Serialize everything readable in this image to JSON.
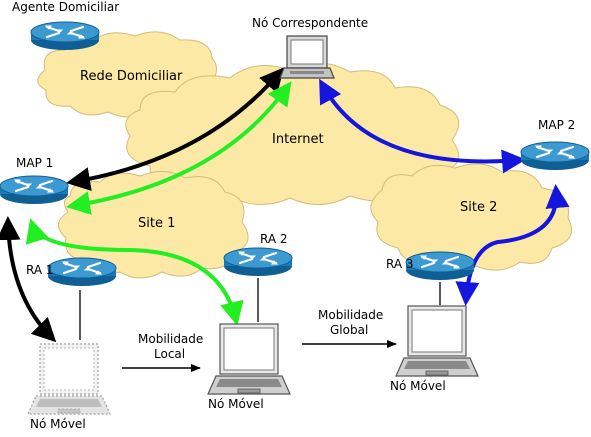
{
  "labels": {
    "agente_domiciliar": "Agente Domiciliar",
    "rede_domiciliar": "Rede Domiciliar",
    "no_correspondente": "Nó Correspondente",
    "internet": "Internet",
    "map1": "MAP 1",
    "map2": "MAP 2",
    "site1": "Site 1",
    "site2": "Site 2",
    "ra1": "RA 1",
    "ra2": "RA 2",
    "ra3": "RA 3",
    "mob_local_1": "Mobilidade",
    "mob_local_2": "Local",
    "mob_global_1": "Mobilidade",
    "mob_global_2": "Global",
    "no_movel_left": "Nó Móvel",
    "no_movel_center": "Nó Móvel",
    "no_movel_right": "Nó Móvel"
  },
  "colors": {
    "cloud_fill": "#fce9a6",
    "router_blue": "#1a7ab6",
    "router_top": "#3d9ad1",
    "arrow_black": "#000000",
    "arrow_green": "#22ee22",
    "arrow_blue": "#1515dd"
  },
  "icons": [
    "router-icon",
    "laptop-icon",
    "desktop-computer-icon",
    "cloud-icon"
  ]
}
